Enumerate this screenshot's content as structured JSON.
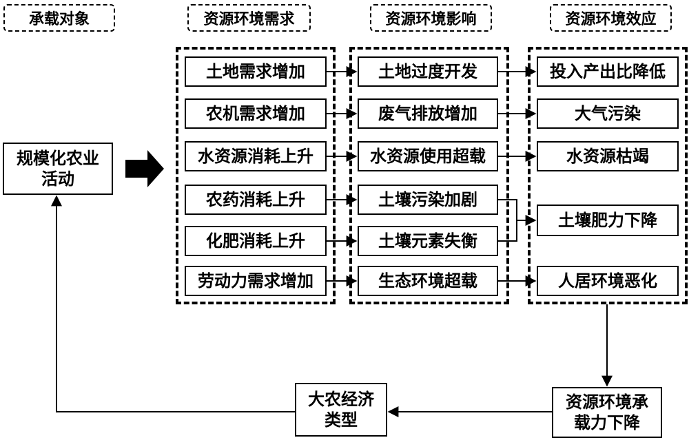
{
  "headers": {
    "carrier": "承载对象",
    "demand": "资源环境需求",
    "impact": "资源环境影响",
    "effect": "资源环境效应"
  },
  "subject": "规模化农业\n活动",
  "demand_items": [
    "土地需求增加",
    "农机需求增加",
    "水资源消耗上升",
    "农药消耗上升",
    "化肥消耗上升",
    "劳动力需求增加"
  ],
  "impact_items": [
    "土地过度开发",
    "废气排放增加",
    "水资源使用超载",
    "土壤污染加剧",
    "土壤元素失衡",
    "生态环境超载"
  ],
  "effect_items": [
    "投入产出比降低",
    "大气污染",
    "水资源枯竭",
    "土壤肥力下降",
    "人居环境恶化"
  ],
  "capacity_decline": "资源环境承\n载力下降",
  "economy_type": "大农经济\n类型"
}
